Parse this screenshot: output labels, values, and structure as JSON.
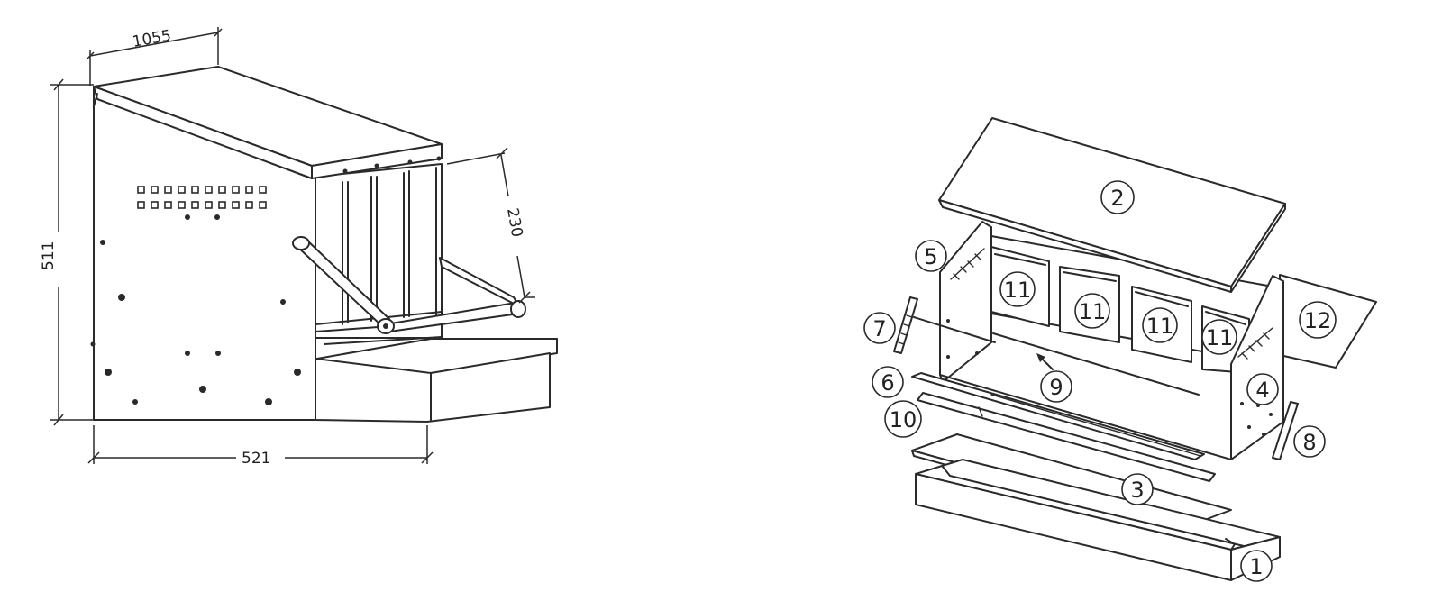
{
  "dimensions": {
    "width_top": "1055",
    "height": "511",
    "depth": "521",
    "nest_height": "230"
  },
  "callouts": [
    {
      "id": "c1",
      "label": "1"
    },
    {
      "id": "c2",
      "label": "2"
    },
    {
      "id": "c3",
      "label": "3"
    },
    {
      "id": "c4",
      "label": "4"
    },
    {
      "id": "c5",
      "label": "5"
    },
    {
      "id": "c6",
      "label": "6"
    },
    {
      "id": "c7",
      "label": "7"
    },
    {
      "id": "c8",
      "label": "8"
    },
    {
      "id": "c9",
      "label": "9"
    },
    {
      "id": "c10",
      "label": "10"
    },
    {
      "id": "c11a",
      "label": "11"
    },
    {
      "id": "c11b",
      "label": "11"
    },
    {
      "id": "c11c",
      "label": "11"
    },
    {
      "id": "c11d",
      "label": "11"
    },
    {
      "id": "c12",
      "label": "12"
    }
  ]
}
